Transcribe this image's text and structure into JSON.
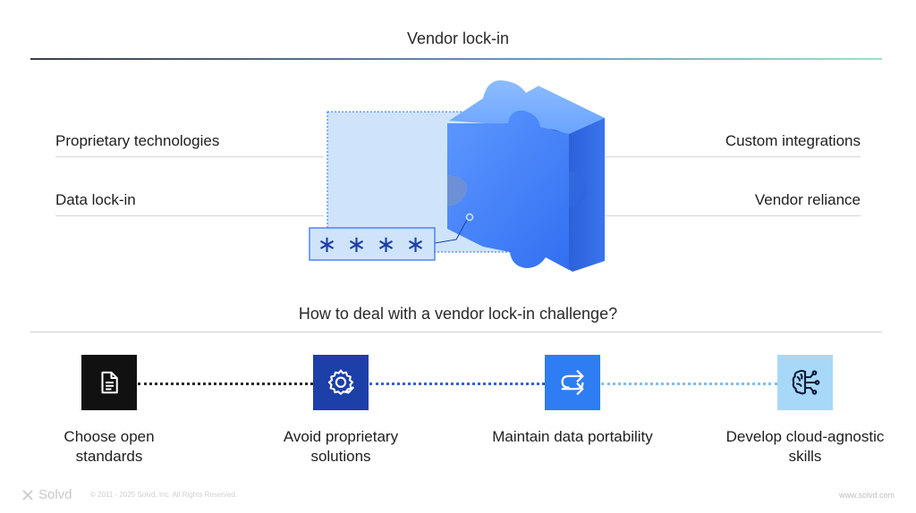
{
  "title": "Vendor lock-in",
  "left_labels": [
    "Proprietary technologies",
    "Data lock-in"
  ],
  "right_labels": [
    "Custom integrations",
    "Vendor reliance"
  ],
  "password_mask": "∗ ∗ ∗ ∗",
  "subtitle": "How to deal with a vendor lock-in challenge?",
  "steps": [
    {
      "label": "Choose open standards",
      "icon": "document-icon",
      "color": "#111111"
    },
    {
      "label": "Avoid proprietary solutions",
      "icon": "gear-check-icon",
      "color": "#1d3fa8"
    },
    {
      "label": "Maintain data portability",
      "icon": "arrows-transfer-icon",
      "color": "#2f7df2"
    },
    {
      "label": "Develop cloud-agnostic skills",
      "icon": "brain-network-icon",
      "color": "#a8d8f8"
    }
  ],
  "footer": {
    "brand": "Solvd",
    "copyright": "© 2011 - 2025 Solvd, Inc. All Rights Reserved.",
    "url": "www.solvd.com"
  },
  "colors": {
    "accent_blue": "#3b82f6",
    "panel_blue": "#cfe4fb",
    "dark": "#111111"
  }
}
